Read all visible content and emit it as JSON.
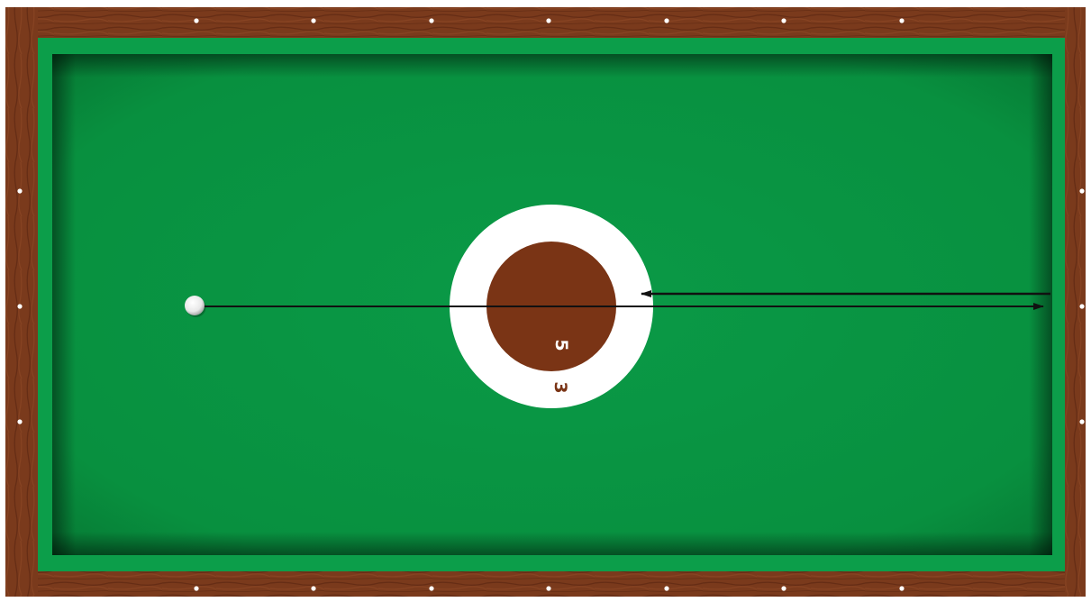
{
  "game": "billiards-drill",
  "colors": {
    "rail_wood": "#7a3a1c",
    "rail_wood_dark": "#5a2410",
    "cushion": "#0a9a47",
    "felt": "#0a9444",
    "felt_shadow": "#06602a",
    "diamond": "#ffffff",
    "target_outer": "#ffffff",
    "target_inner": "#7a3415",
    "cue_ball": "#f2f2f2",
    "shot_line": "#111111"
  },
  "target": {
    "inner_points": "5",
    "outer_points": "3"
  },
  "diamonds": {
    "top_count": 7,
    "bottom_count": 7,
    "left_count": 3,
    "right_count": 3
  },
  "ball": {
    "name": "cue-ball"
  },
  "shot": {
    "legs": 2,
    "description_icon": "arrow-icon"
  }
}
